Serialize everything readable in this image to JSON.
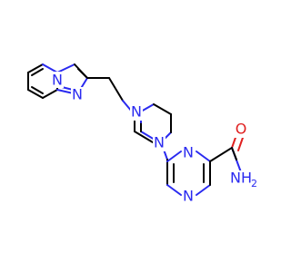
{
  "atoms": {
    "n_imid_bridge": {
      "text": "N",
      "color": "#2a2af0"
    },
    "n_imid_ring": {
      "text": "N",
      "color": "#2a2af0"
    },
    "n_pip_top": {
      "text": "N",
      "color": "#2a2af0"
    },
    "n_pip_bottom": {
      "text": "N",
      "color": "#2a2af0"
    },
    "n_pyz_top": {
      "text": "N",
      "color": "#2a2af0"
    },
    "n_pyz_bottom": {
      "text": "N",
      "color": "#2a2af0"
    },
    "o_carbonyl": {
      "text": "O",
      "color": "#e02020"
    },
    "nh2": {
      "text": "NH",
      "sub": "2",
      "color": "#2a2af0"
    }
  }
}
